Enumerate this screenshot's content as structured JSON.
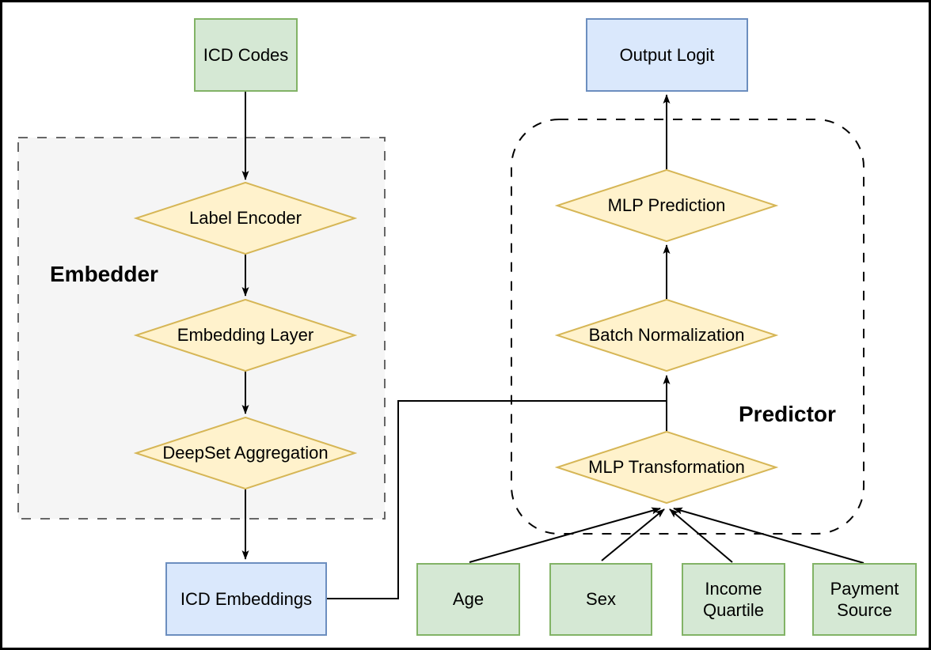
{
  "colors": {
    "green_fill": "#d5e8d4",
    "green_border": "#82b366",
    "blue_fill": "#dae8fc",
    "blue_border": "#6c8ebf",
    "yellow_fill": "#fff2cc",
    "yellow_border": "#d6b656",
    "gray_region_fill": "#f5f5f5",
    "gray_region_border": "#666666",
    "predictor_region_border": "#000000",
    "arrow": "#000000",
    "text": "#000000"
  },
  "groups": {
    "embedder": {
      "label": "Embedder"
    },
    "predictor": {
      "label": "Predictor"
    }
  },
  "nodes": {
    "icd_codes": {
      "label": "ICD Codes"
    },
    "label_encoder": {
      "label": "Label Encoder"
    },
    "embedding_layer": {
      "label": "Embedding Layer"
    },
    "deepset_aggregation": {
      "label": "DeepSet Aggregation"
    },
    "icd_embeddings": {
      "label": "ICD Embeddings"
    },
    "output_logit": {
      "label": "Output Logit"
    },
    "mlp_prediction": {
      "label": "MLP Prediction"
    },
    "batch_normalization": {
      "label": "Batch Normalization"
    },
    "mlp_transformation": {
      "label": "MLP Transformation"
    },
    "age": {
      "label": "Age"
    },
    "sex": {
      "label": "Sex"
    },
    "income_quartile": {
      "label": "Income Quartile"
    },
    "payment_source": {
      "label": "Payment Source"
    }
  },
  "edges": [
    "ICD Codes -> Label Encoder",
    "Label Encoder -> Embedding Layer",
    "Embedding Layer -> DeepSet Aggregation",
    "DeepSet Aggregation -> ICD Embeddings",
    "ICD Embeddings -> Batch Normalization",
    "MLP Transformation -> Batch Normalization",
    "Batch Normalization -> MLP Prediction",
    "MLP Prediction -> Output Logit",
    "Age -> MLP Transformation",
    "Sex -> MLP Transformation",
    "Income Quartile -> MLP Transformation",
    "Payment Source -> MLP Transformation"
  ]
}
